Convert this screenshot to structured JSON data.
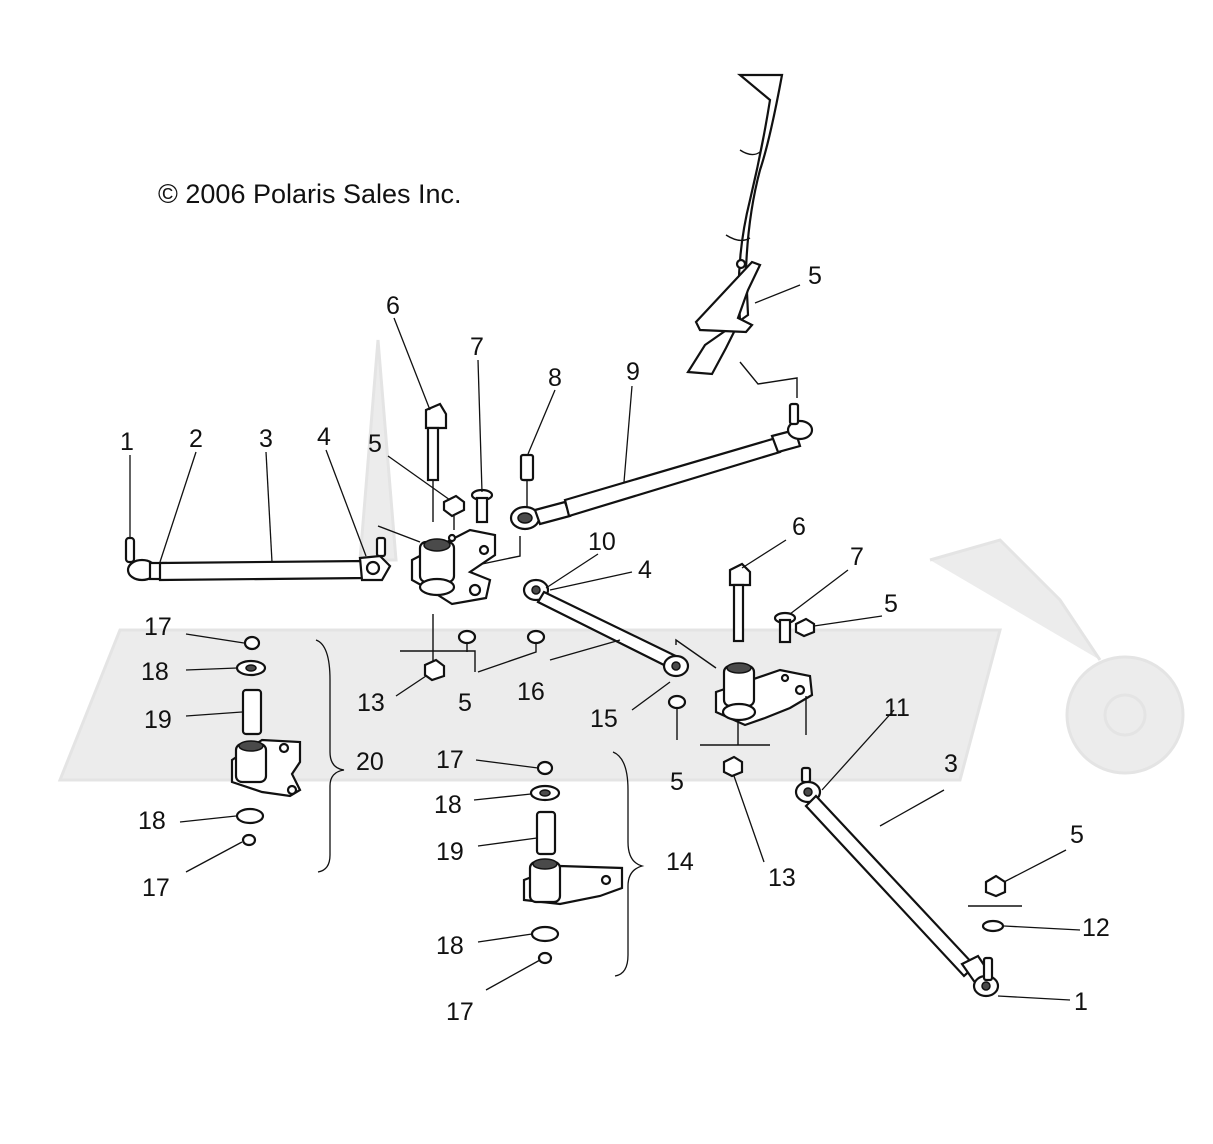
{
  "copyright": "© 2006 Polaris Sales Inc.",
  "callouts": [
    {
      "id": "c1a",
      "text": "1"
    },
    {
      "id": "c2",
      "text": "2"
    },
    {
      "id": "c3a",
      "text": "3"
    },
    {
      "id": "c4a",
      "text": "4"
    },
    {
      "id": "c5a",
      "text": "5"
    },
    {
      "id": "c6a",
      "text": "6"
    },
    {
      "id": "c7a",
      "text": "7"
    },
    {
      "id": "c8",
      "text": "8"
    },
    {
      "id": "c9",
      "text": "9"
    },
    {
      "id": "c5b",
      "text": "5"
    },
    {
      "id": "c10",
      "text": "10"
    },
    {
      "id": "c4b",
      "text": "4"
    },
    {
      "id": "c6b",
      "text": "6"
    },
    {
      "id": "c7b",
      "text": "7"
    },
    {
      "id": "c5c",
      "text": "5"
    },
    {
      "id": "c11",
      "text": "11"
    },
    {
      "id": "c3b",
      "text": "3"
    },
    {
      "id": "c5d",
      "text": "5"
    },
    {
      "id": "c12",
      "text": "12"
    },
    {
      "id": "c1b",
      "text": "1"
    },
    {
      "id": "c17a",
      "text": "17"
    },
    {
      "id": "c18a",
      "text": "18"
    },
    {
      "id": "c19a",
      "text": "19"
    },
    {
      "id": "c20",
      "text": "20"
    },
    {
      "id": "c18b",
      "text": "18"
    },
    {
      "id": "c17b",
      "text": "17"
    },
    {
      "id": "c13a",
      "text": "13"
    },
    {
      "id": "c5e",
      "text": "5"
    },
    {
      "id": "c16",
      "text": "16"
    },
    {
      "id": "c15",
      "text": "15"
    },
    {
      "id": "c5f",
      "text": "5"
    },
    {
      "id": "c13b",
      "text": "13"
    },
    {
      "id": "c17c",
      "text": "17"
    },
    {
      "id": "c18c",
      "text": "18"
    },
    {
      "id": "c19b",
      "text": "19"
    },
    {
      "id": "c14",
      "text": "14"
    },
    {
      "id": "c18d",
      "text": "18"
    },
    {
      "id": "c17d",
      "text": "17"
    }
  ]
}
